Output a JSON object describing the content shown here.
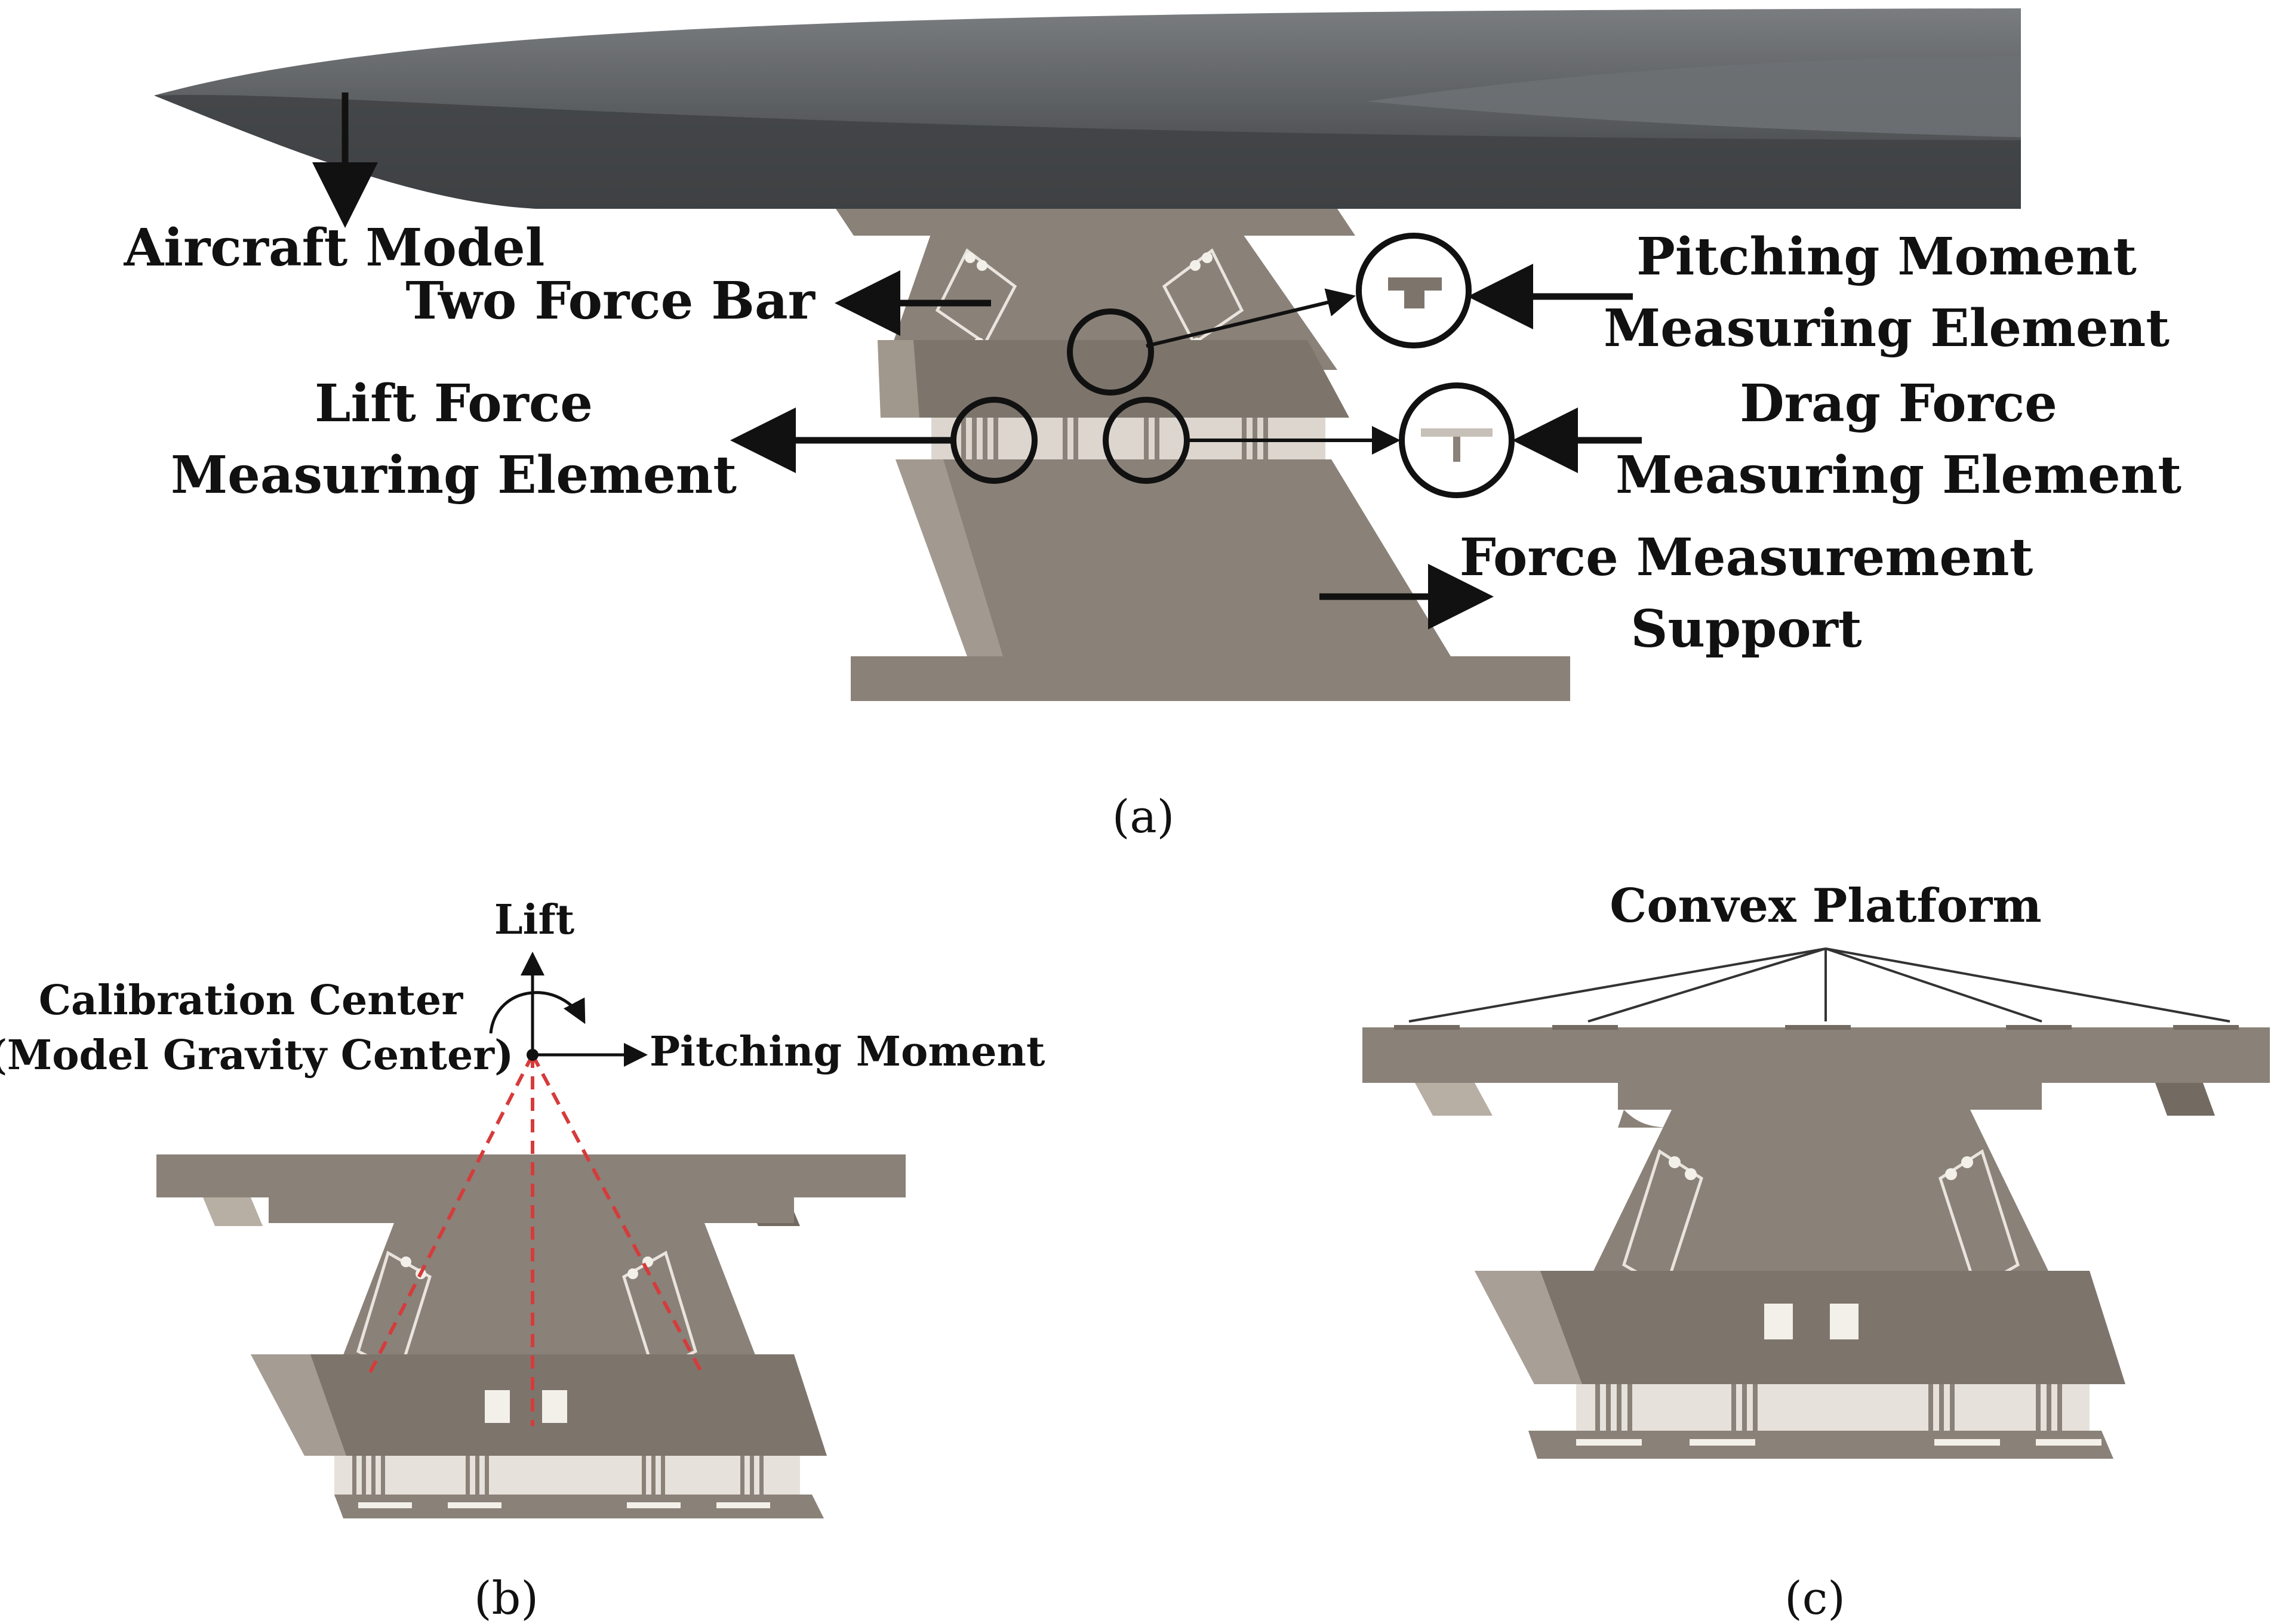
{
  "colors": {
    "fuselage_top": "#6b6e70",
    "fuselage_mid": "#4e5153",
    "fuselage_bottom": "#3a3c3e",
    "balance_body": "#8a8178",
    "balance_dark": "#736b62",
    "balance_light": "#b7aea4",
    "annotation": "#111111",
    "calibration_lines": "#d63b3b"
  },
  "panel_a": {
    "caption": "(a)",
    "labels": {
      "aircraft_model": "Aircraft Model",
      "two_force_bar": "Two Force Bar",
      "lift_force_line1": "Lift Force",
      "lift_force_line2": "Measuring Element",
      "pitching_line1": "Pitching Moment",
      "pitching_line2": "Measuring Element",
      "drag_line1": "Drag Force",
      "drag_line2": "Measuring Element",
      "support_line1": "Force Measurement",
      "support_line2": "Support"
    }
  },
  "panel_b": {
    "caption": "(b)",
    "labels": {
      "lift": "Lift",
      "calibration_line1": "Calibration Center",
      "calibration_line2": "(Model Gravity Center)",
      "pitching_moment": "Pitching Moment"
    }
  },
  "panel_c": {
    "caption": "(c)",
    "labels": {
      "convex_platform": "Convex Platform"
    }
  }
}
